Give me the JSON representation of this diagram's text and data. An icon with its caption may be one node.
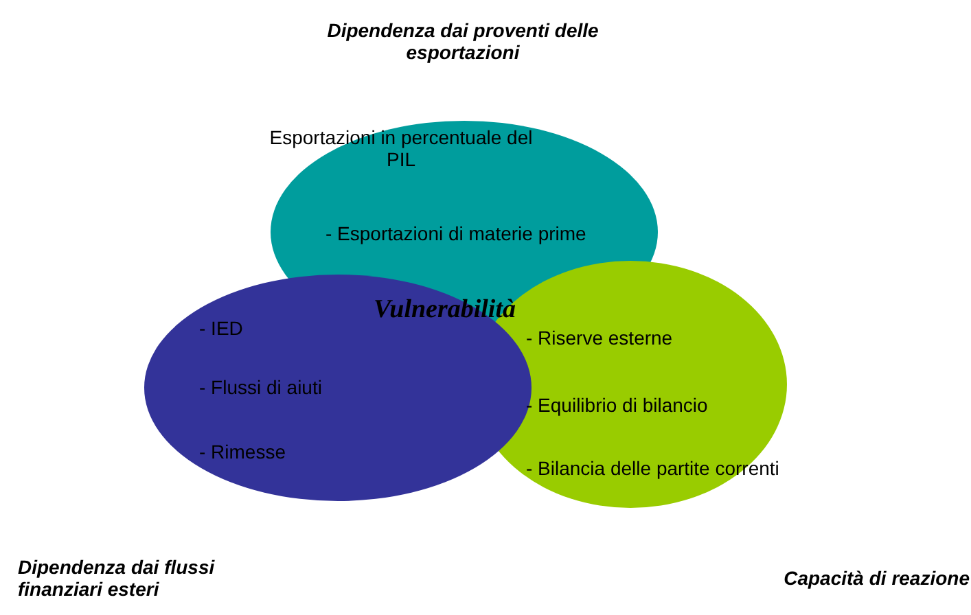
{
  "diagram": {
    "nodes": [
      {
        "text": [
          "Dipendenza dai proventi delle esportazioni",
          "Esportazioni in percentuale del PIL",
          "- Esportazioni di materie prime"
        ]
      },
      {
        "text": [
          "Dipendenza dai flussi finanziari esteri",
          "- IED",
          "- Flussi di aiuti",
          "- Rimesse"
        ]
      },
      {
        "text": [
          "Capacità di reazione",
          "- Riserve esterne",
          "- Equilibrio di bilancio",
          "- Bilancia delle partite correnti"
        ]
      }
    ],
    "labels": [
      "Vulnerabilità"
    ]
  }
}
